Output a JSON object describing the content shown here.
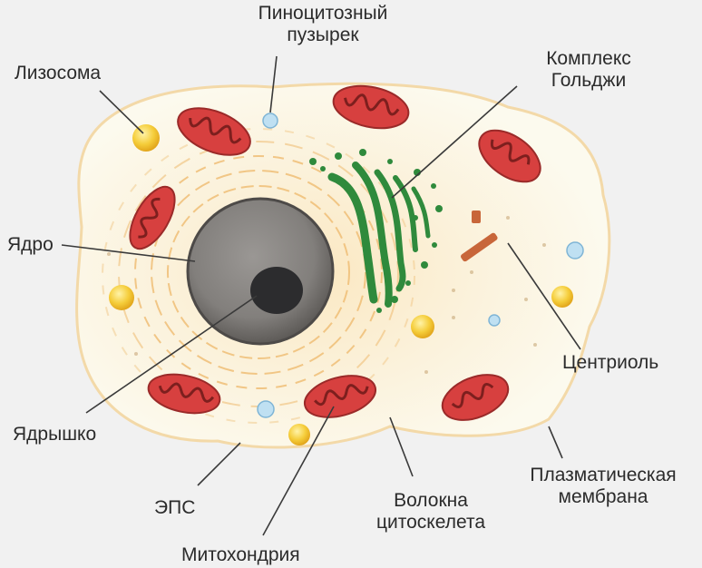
{
  "labels": {
    "pinocytic_vesicle": [
      "Пиноцитозный",
      "пузырек"
    ],
    "lysosome": "Лизосома",
    "golgi": [
      "Комплекс",
      "Гольджи"
    ],
    "nucleus": "Ядро",
    "centriole": "Центриоль",
    "nucleolus": "Ядрышко",
    "er": "ЭПС",
    "cytoskeleton": [
      "Волокна",
      "цитоскелета"
    ],
    "plasma_membrane": [
      "Плазматическая",
      "мембрана"
    ],
    "mitochondrion": "Митохондрия"
  },
  "colors": {
    "background": "#f1f1f1",
    "cytoplasm": "#fbf7e4",
    "er_rings": "#f2c98a",
    "nucleus": "#8a8784",
    "nucleolus": "#2c2c2e",
    "mitochondria": "#d7403f",
    "golgi": "#2f8a3c",
    "lysosome": "#f5cd3a",
    "vesicle": "#a9d6ee",
    "centriole": "#c8663a"
  }
}
